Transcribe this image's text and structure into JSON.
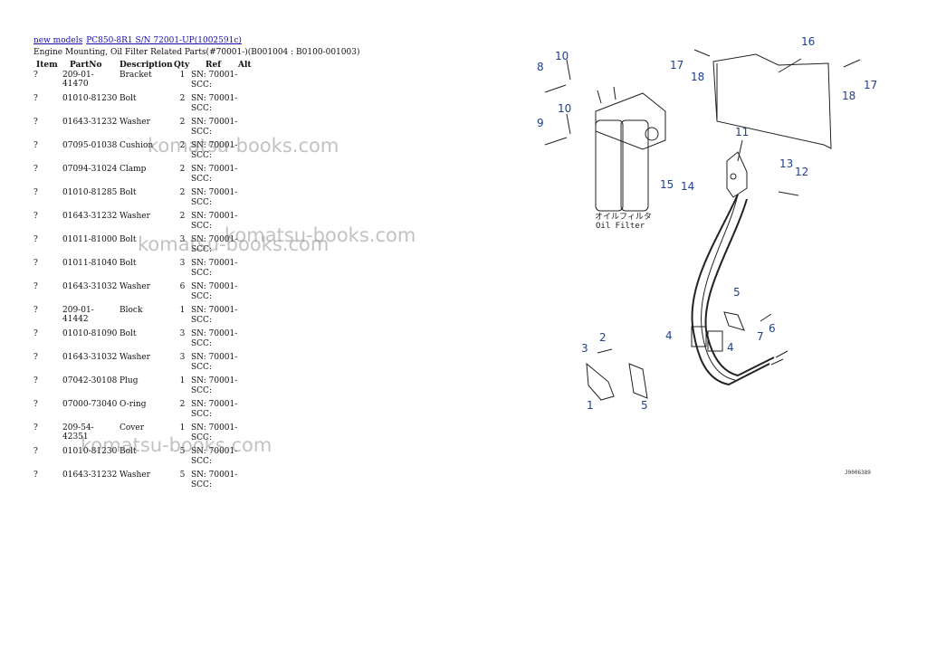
{
  "breadcrumb": {
    "link1": "new models",
    "link2": "PC850-8R1 S/N 72001-UP(1002591c)"
  },
  "page_title": "Engine Mounting, Oil Filter Related Parts(#70001-)(B001004 : B0100-001003)",
  "table": {
    "headers": {
      "item": "Item",
      "partno": "PartNo",
      "description": "Description",
      "qty": "Qty",
      "ref": "Ref",
      "alt": "Alt"
    },
    "rows": [
      {
        "item": "?",
        "partno": "209-01-41470",
        "description": "Bracket",
        "qty": "1",
        "ref1": "SN: 70001-",
        "ref2": "SCC:"
      },
      {
        "item": "?",
        "partno": "01010-81230",
        "description": "Bolt",
        "qty": "2",
        "ref1": "SN: 70001-",
        "ref2": "SCC:"
      },
      {
        "item": "?",
        "partno": "01643-31232",
        "description": "Washer",
        "qty": "2",
        "ref1": "SN: 70001-",
        "ref2": "SCC:"
      },
      {
        "item": "?",
        "partno": "07095-01038",
        "description": "Cushion",
        "qty": "2",
        "ref1": "SN: 70001-",
        "ref2": "SCC:"
      },
      {
        "item": "?",
        "partno": "07094-31024",
        "description": "Clamp",
        "qty": "2",
        "ref1": "SN: 70001-",
        "ref2": "SCC:"
      },
      {
        "item": "?",
        "partno": "01010-81285",
        "description": "Bolt",
        "qty": "2",
        "ref1": "SN: 70001-",
        "ref2": "SCC:"
      },
      {
        "item": "?",
        "partno": "01643-31232",
        "description": "Washer",
        "qty": "2",
        "ref1": "SN: 70001-",
        "ref2": "SCC:"
      },
      {
        "item": "?",
        "partno": "01011-81000",
        "description": "Bolt",
        "qty": "3",
        "ref1": "SN: 70001-",
        "ref2": "SCC:"
      },
      {
        "item": "?",
        "partno": "01011-81040",
        "description": "Bolt",
        "qty": "3",
        "ref1": "SN: 70001-",
        "ref2": "SCC:"
      },
      {
        "item": "?",
        "partno": "01643-31032",
        "description": "Washer",
        "qty": "6",
        "ref1": "SN: 70001-",
        "ref2": "SCC:"
      },
      {
        "item": "?",
        "partno": "209-01-41442",
        "description": "Block",
        "qty": "1",
        "ref1": "SN: 70001-",
        "ref2": "SCC:"
      },
      {
        "item": "?",
        "partno": "01010-81090",
        "description": "Bolt",
        "qty": "3",
        "ref1": "SN: 70001-",
        "ref2": "SCC:"
      },
      {
        "item": "?",
        "partno": "01643-31032",
        "description": "Washer",
        "qty": "3",
        "ref1": "SN: 70001-",
        "ref2": "SCC:"
      },
      {
        "item": "?",
        "partno": "07042-30108",
        "description": "Plug",
        "qty": "1",
        "ref1": "SN: 70001-",
        "ref2": "SCC:"
      },
      {
        "item": "?",
        "partno": "07000-73040",
        "description": "O-ring",
        "qty": "2",
        "ref1": "SN: 70001-",
        "ref2": "SCC:"
      },
      {
        "item": "?",
        "partno": "209-54-42351",
        "description": "Cover",
        "qty": "1",
        "ref1": "SN: 70001-",
        "ref2": "SCC:"
      },
      {
        "item": "?",
        "partno": "01010-81230",
        "description": "Bolt",
        "qty": "5",
        "ref1": "SN: 70001-",
        "ref2": "SCC:"
      },
      {
        "item": "?",
        "partno": "01643-31232",
        "description": "Washer",
        "qty": "5",
        "ref1": "SN: 70001-",
        "ref2": "SCC:"
      }
    ]
  },
  "watermark": "komatsu-books.com",
  "diagram": {
    "callouts": [
      "1",
      "2",
      "3",
      "4",
      "4",
      "5",
      "5",
      "6",
      "7",
      "8",
      "9",
      "10",
      "10",
      "11",
      "12",
      "13",
      "14",
      "15",
      "16",
      "17",
      "17",
      "18",
      "18"
    ],
    "label_jp": "オイルフィルタ",
    "label_en": "Oil Filter",
    "drawing_code": "J0006389"
  }
}
